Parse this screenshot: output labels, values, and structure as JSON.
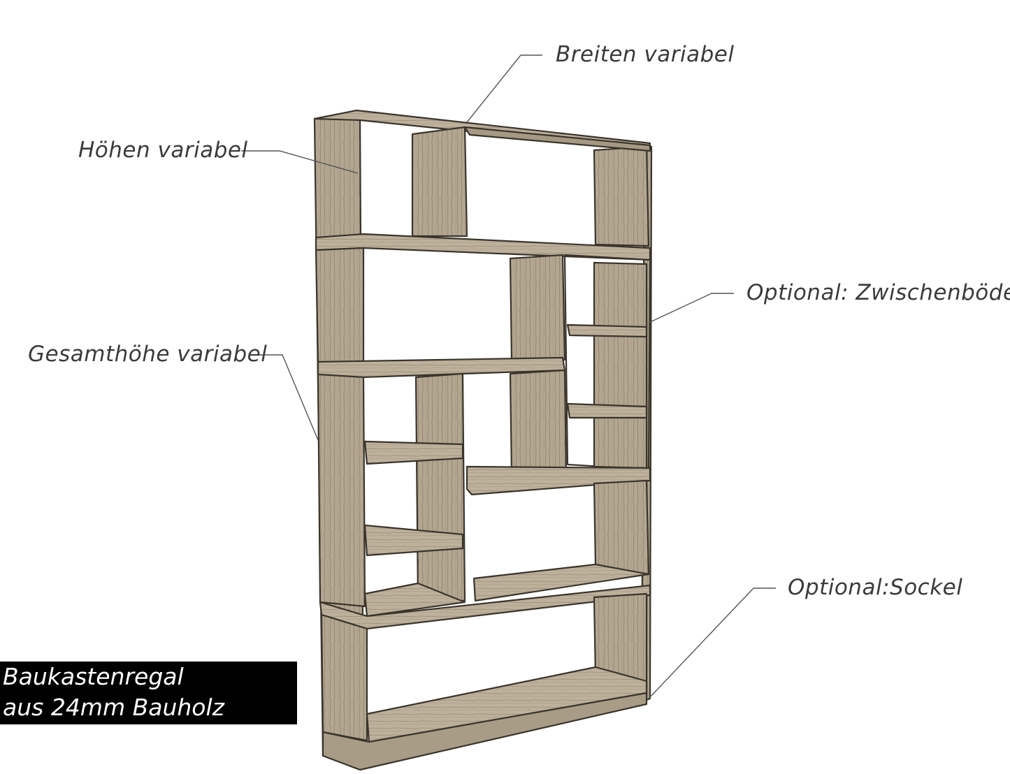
{
  "annotations": {
    "widths": "Breiten variabel",
    "heights": "Höhen variabel",
    "intermediate_shelves": "Optional: Zwischenböden",
    "total_height": "Gesamthöhe variabel",
    "plinth": "Optional:Sockel"
  },
  "title": {
    "line1": "Baukastenregal",
    "line2": "aus 24mm Bauholz"
  },
  "colors": {
    "wood_light": "#b6aa96",
    "wood_mid": "#9a8d78",
    "wood_dark": "#6f6454",
    "outline": "#3a342c",
    "label_text": "#3a3a3a",
    "title_bg": "#000000",
    "title_text": "#ffffff"
  }
}
